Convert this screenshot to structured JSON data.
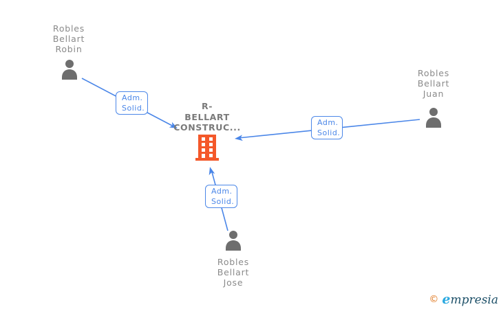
{
  "diagram": {
    "people": [
      {
        "id": "robin",
        "name": "Robles\nBellart\nRobin"
      },
      {
        "id": "juan",
        "name": "Robles\nBellart\nJuan"
      },
      {
        "id": "jose",
        "name": "Robles\nBellart\nJose"
      }
    ],
    "company": {
      "name": "R-\nBELLART\nCONSTRUC..."
    },
    "edges": [
      {
        "from": "robin",
        "to": "company",
        "label": "Adm.\nSolid."
      },
      {
        "from": "juan",
        "to": "company",
        "label": "Adm.\nSolid."
      },
      {
        "from": "jose",
        "to": "company",
        "label": "Adm.\nSolid."
      }
    ]
  },
  "colors": {
    "edge_blue": "#4a86e8",
    "person_icon_gray": "#6e6e6e",
    "name_gray": "#8a8a8a",
    "company_text_gray": "#7a7a7a",
    "building_orange": "#f4582a",
    "logo_copyright_orange": "#e0761c",
    "logo_e_blue": "#2ba9e0",
    "logo_text_teal": "#1d5068"
  },
  "branding": {
    "copyright_symbol": "©",
    "logo_first_letter": "e",
    "logo_rest": "mpresia"
  }
}
